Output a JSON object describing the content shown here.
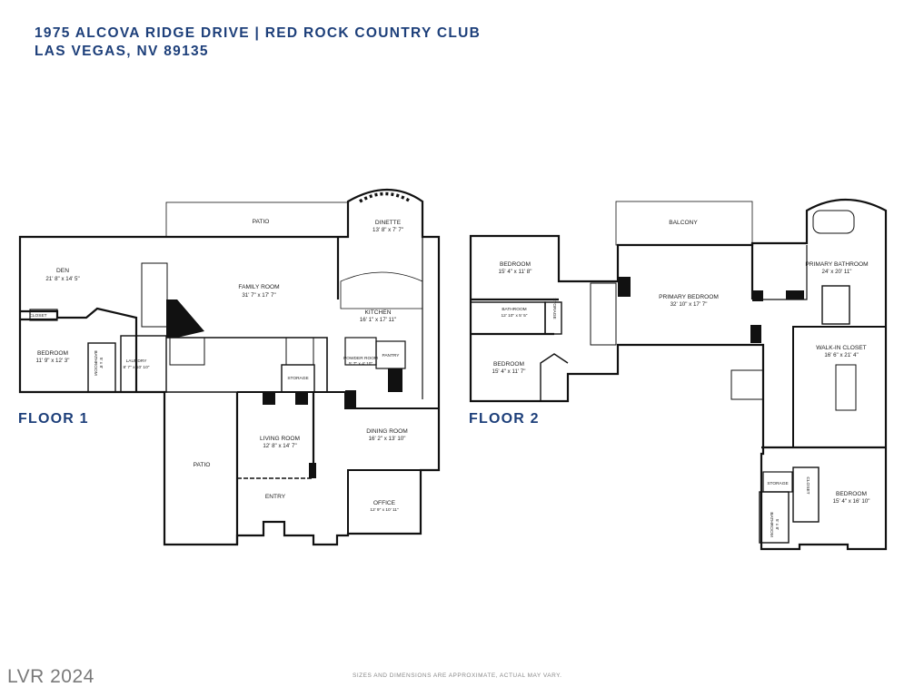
{
  "header": {
    "line1": "1975 ALCOVA RIDGE DRIVE | RED ROCK COUNTRY CLUB",
    "line2": "LAS VEGAS, NV 89135"
  },
  "floor1": {
    "label": "FLOOR 1",
    "rooms": {
      "patio_top": {
        "name": "PATIO"
      },
      "dinette": {
        "name": "DINETTE",
        "dims": "13' 8\" x 7' 7\""
      },
      "den": {
        "name": "DEN",
        "dims": "21' 8\" x 14' 5\""
      },
      "family_room": {
        "name": "FAMILY ROOM",
        "dims": "31' 7\" x 17' 7\""
      },
      "kitchen": {
        "name": "KITCHEN",
        "dims": "16' 1\" x 17' 11\""
      },
      "closet": {
        "name": "CLOSET"
      },
      "bedroom": {
        "name": "BEDROOM",
        "dims": "11' 9\" x 12' 3\""
      },
      "bathroom": {
        "name": "BATHROOM",
        "dims": "5' x 8'"
      },
      "laundry": {
        "name": "LAUNDRY",
        "dims": "8' 7\" x 10' 10\""
      },
      "powder_room": {
        "name": "POWDER ROOM",
        "dims": "5' 7\" x 4' 10\""
      },
      "pantry": {
        "name": "PANTRY"
      },
      "storage": {
        "name": "STORAGE"
      },
      "patio_left": {
        "name": "PATIO"
      },
      "living_room": {
        "name": "LIVING ROOM",
        "dims": "12' 8\" x 14' 7\""
      },
      "dining_room": {
        "name": "DINING ROOM",
        "dims": "16' 2\" x 13' 10\""
      },
      "entry": {
        "name": "ENTRY"
      },
      "office": {
        "name": "OFFICE",
        "dims": "12' 9\" x 10' 11\""
      }
    }
  },
  "floor2": {
    "label": "FLOOR 2",
    "rooms": {
      "balcony": {
        "name": "BALCONY"
      },
      "bedroom_a": {
        "name": "BEDROOM",
        "dims": "15' 4\" x 11' 8\""
      },
      "bathroom": {
        "name": "BATHROOM",
        "dims": "12' 10\" x 5' 5\""
      },
      "storage_a": {
        "name": "STORAGE"
      },
      "bedroom_b": {
        "name": "BEDROOM",
        "dims": "15' 4\" x 11' 7\""
      },
      "primary_bedroom": {
        "name": "PRIMARY BEDROOM",
        "dims": "32' 10\" x 17' 7\""
      },
      "primary_bathroom": {
        "name": "PRIMARY BATHROOM",
        "dims": "24' x 20' 11\""
      },
      "walk_in_closet": {
        "name": "WALK-IN CLOSET",
        "dims": "16' 6\" x 21' 4\""
      },
      "storage_b": {
        "name": "STORAGE"
      },
      "closet": {
        "name": "CLOSET"
      },
      "bedroom_c": {
        "name": "BEDROOM",
        "dims": "15' 4\" x 16' 10\""
      },
      "bathroom_small": {
        "name": "BATHROOM",
        "dims": "5' x 8'"
      }
    }
  },
  "footer": {
    "watermark": "LVR 2024",
    "disclaimer": "SIZES AND DIMENSIONS ARE APPROXIMATE, ACTUAL MAY VARY."
  },
  "colors": {
    "accent": "#1d3f7a",
    "wall": "#111111"
  }
}
